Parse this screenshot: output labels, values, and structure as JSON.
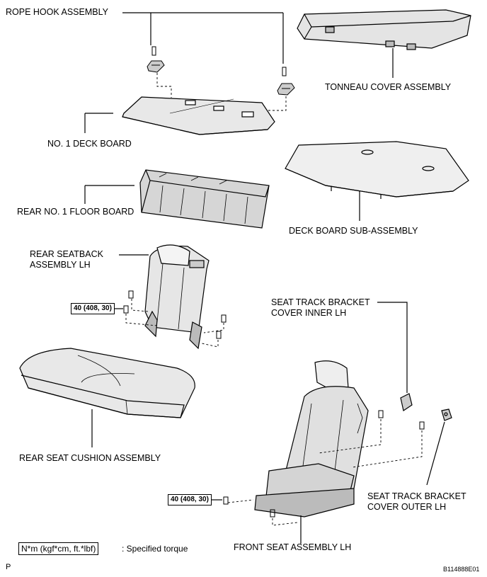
{
  "labels": {
    "rope_hook": "ROPE HOOK ASSEMBLY",
    "tonneau_cover": "TONNEAU COVER ASSEMBLY",
    "deck_board_no1": "NO. 1 DECK BOARD",
    "rear_floor_board": "REAR NO. 1 FLOOR BOARD",
    "deck_board_sub": "DECK BOARD SUB-ASSEMBLY",
    "rear_seatback": "REAR SEATBACK\nASSEMBLY LH",
    "seat_track_inner": "SEAT TRACK BRACKET\nCOVER INNER LH",
    "rear_seat_cushion": "REAR SEAT CUSHION ASSEMBLY",
    "seat_track_outer": "SEAT TRACK BRACKET\nCOVER OUTER LH",
    "front_seat": "FRONT SEAT ASSEMBLY LH"
  },
  "torque": {
    "seatback": "40 (408, 30)",
    "front_seat": "40 (408, 30)"
  },
  "legend": {
    "unit": "N*m (kgf*cm, ft.*lbf)",
    "text": ": Specified torque"
  },
  "footer": {
    "page_mark": "P",
    "figure_id": "B114888E01"
  }
}
